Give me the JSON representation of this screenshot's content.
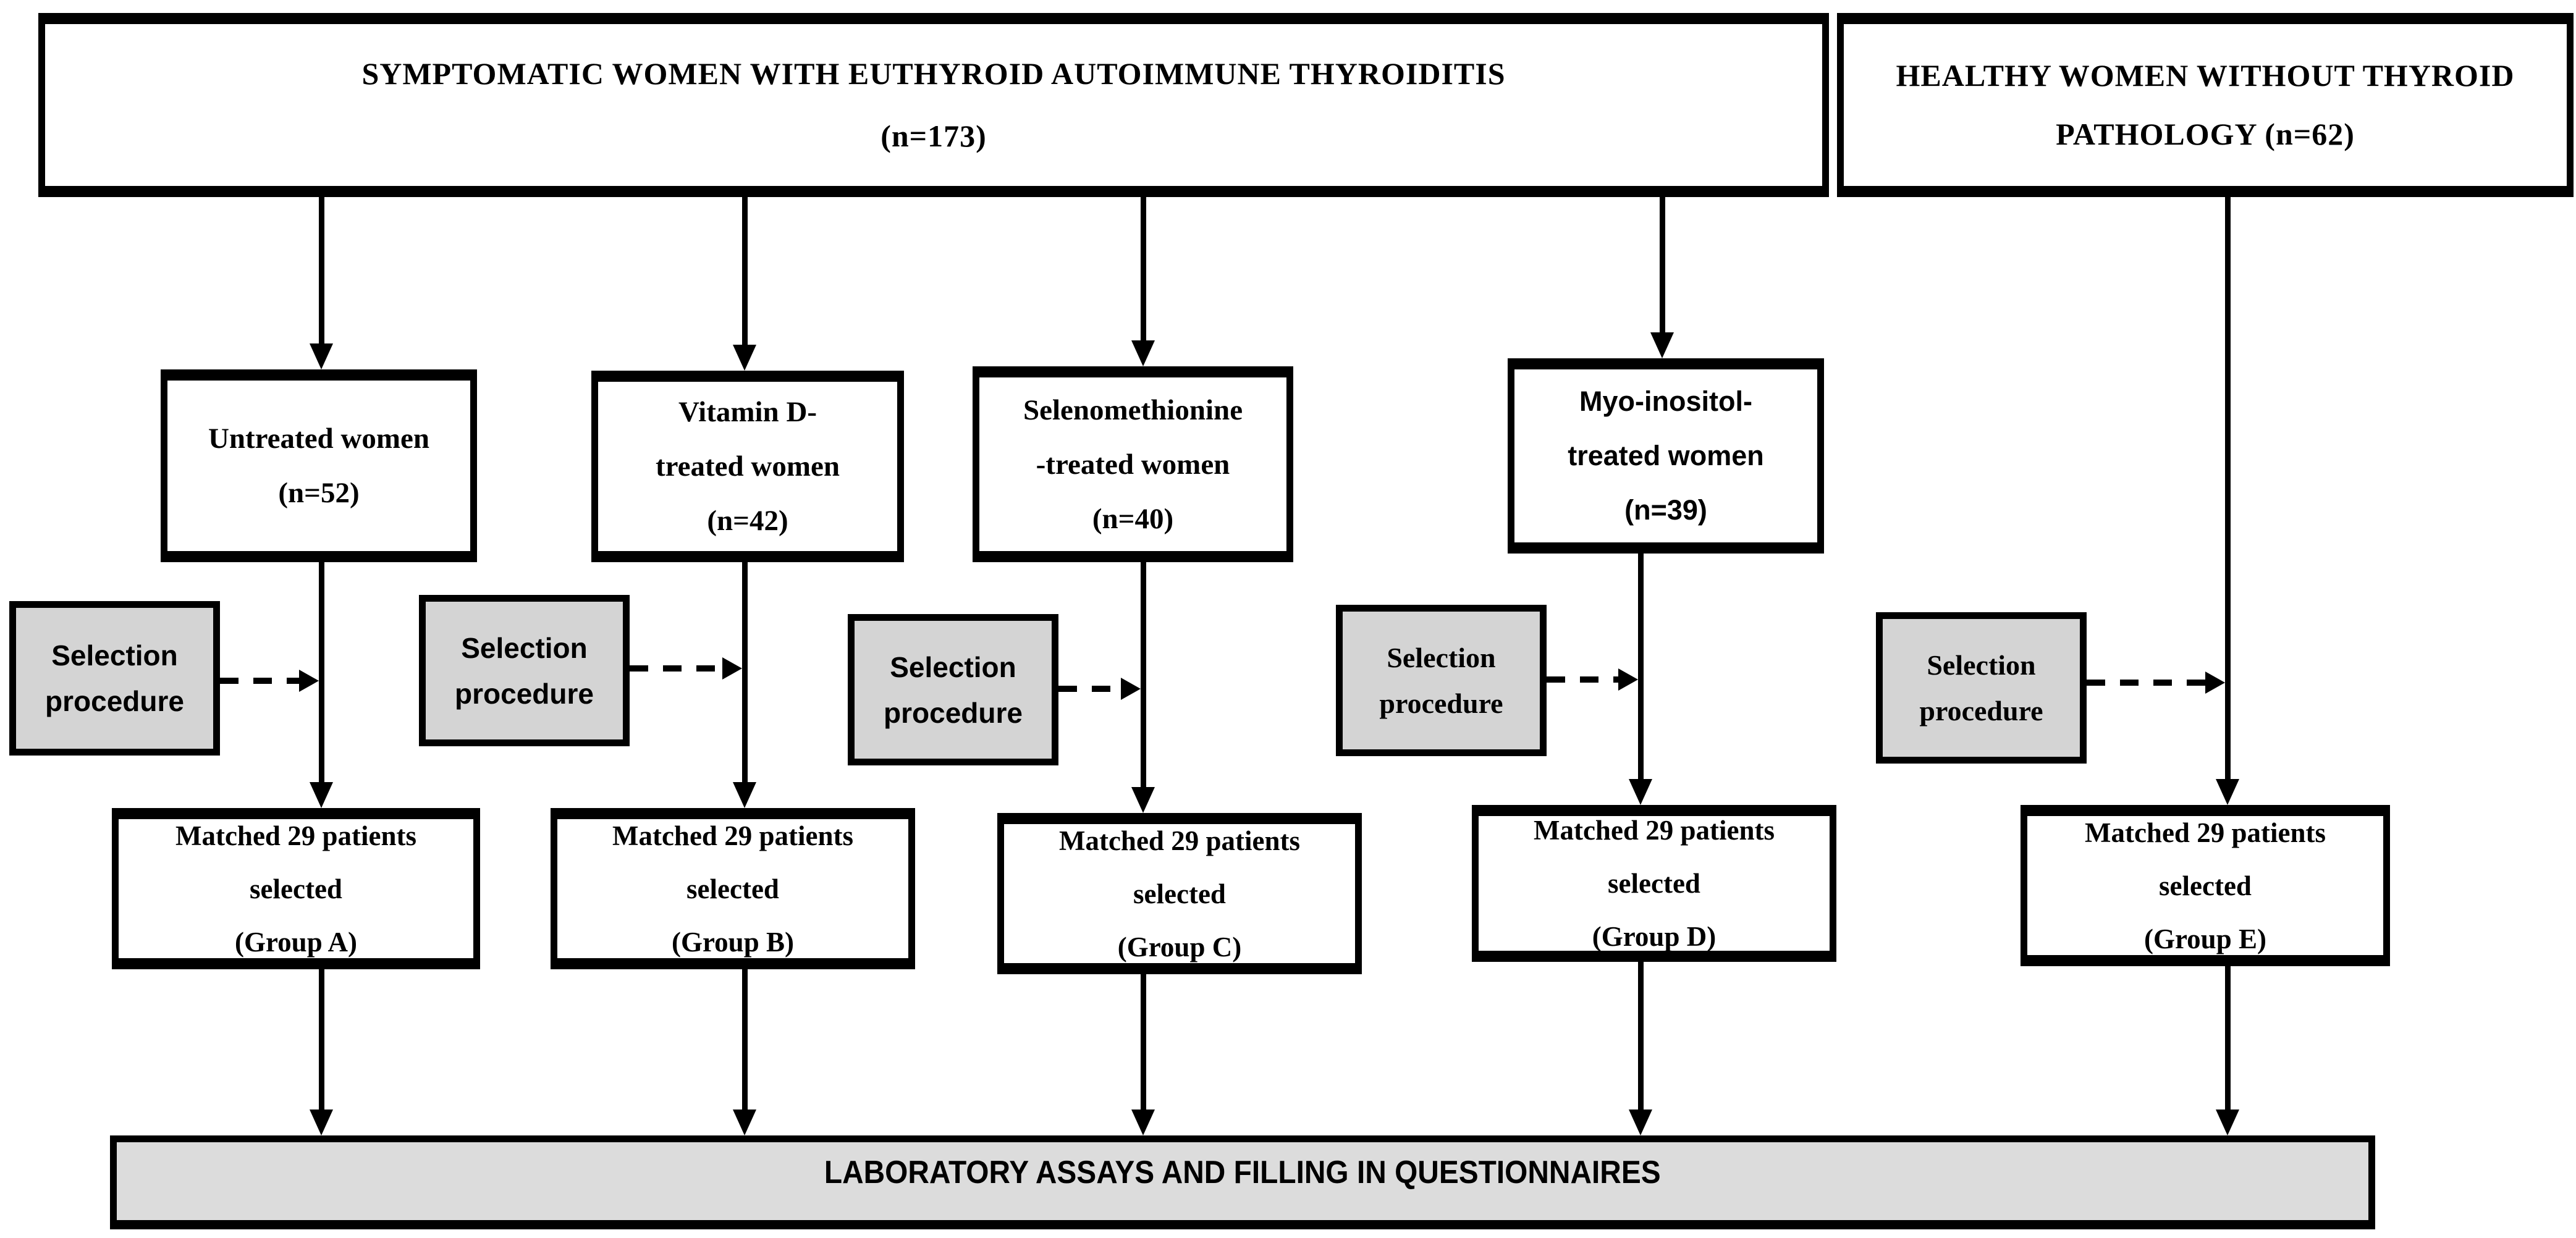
{
  "colors": {
    "box_border": "#000000",
    "gray_fill": "#d4d4d4",
    "bar_fill": "#dcdcdc",
    "background": "#ffffff"
  },
  "top_row": {
    "symptomatic": {
      "lines": [
        "SYMPTOMATIC WOMEN WITH EUTHYROID AUTOIMMUNE THYROIDITIS",
        "(n=173)"
      ]
    },
    "healthy": {
      "lines": [
        "HEALTHY WOMEN WITHOUT THYROID",
        "PATHOLOGY (n=62)"
      ]
    }
  },
  "treatment_row": [
    {
      "group": "untreated",
      "lines": [
        "Untreated women",
        "(n=52)"
      ]
    },
    {
      "group": "vitamin-d",
      "lines": [
        "Vitamin D-",
        "treated women",
        "(n=42)"
      ]
    },
    {
      "group": "selenomethionine",
      "lines": [
        "Selenomethionine",
        "-treated women",
        "(n=40)"
      ]
    },
    {
      "group": "myo-inositol",
      "lines": [
        "Myo-inositol-",
        "treated women",
        "(n=39)"
      ]
    }
  ],
  "selection_row": [
    {
      "lines": [
        "Selection",
        "procedure"
      ]
    },
    {
      "lines": [
        "Selection",
        "procedure"
      ]
    },
    {
      "lines": [
        "Selection",
        "procedure"
      ]
    },
    {
      "lines": [
        "Selection",
        "procedure"
      ]
    },
    {
      "lines": [
        "Selection",
        "procedure"
      ]
    }
  ],
  "matched_row": [
    {
      "lines": [
        "Matched 29 patients",
        "selected",
        "(Group A)"
      ]
    },
    {
      "lines": [
        "Matched 29 patients",
        "selected",
        "(Group B)"
      ]
    },
    {
      "lines": [
        "Matched 29 patients",
        "selected",
        "(Group C)"
      ]
    },
    {
      "lines": [
        "Matched 29 patients",
        "selected",
        "(Group D)"
      ]
    },
    {
      "lines": [
        "Matched 29 patients",
        "selected",
        "(Group E)"
      ]
    }
  ],
  "bottom_bar": {
    "label": "LABORATORY ASSAYS AND FILLING IN QUESTIONNAIRES"
  }
}
